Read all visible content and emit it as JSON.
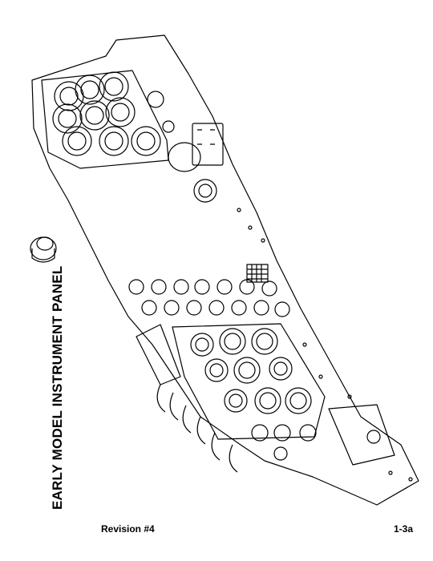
{
  "document": {
    "title": "EARLY MODEL INSTRUMENT PANEL",
    "revision": "Revision #4",
    "page_number": "1-3a"
  },
  "illustration": {
    "subject": "instrument-panel-line-drawing",
    "stroke_color": "#000000",
    "fill_color": "#ffffff"
  }
}
